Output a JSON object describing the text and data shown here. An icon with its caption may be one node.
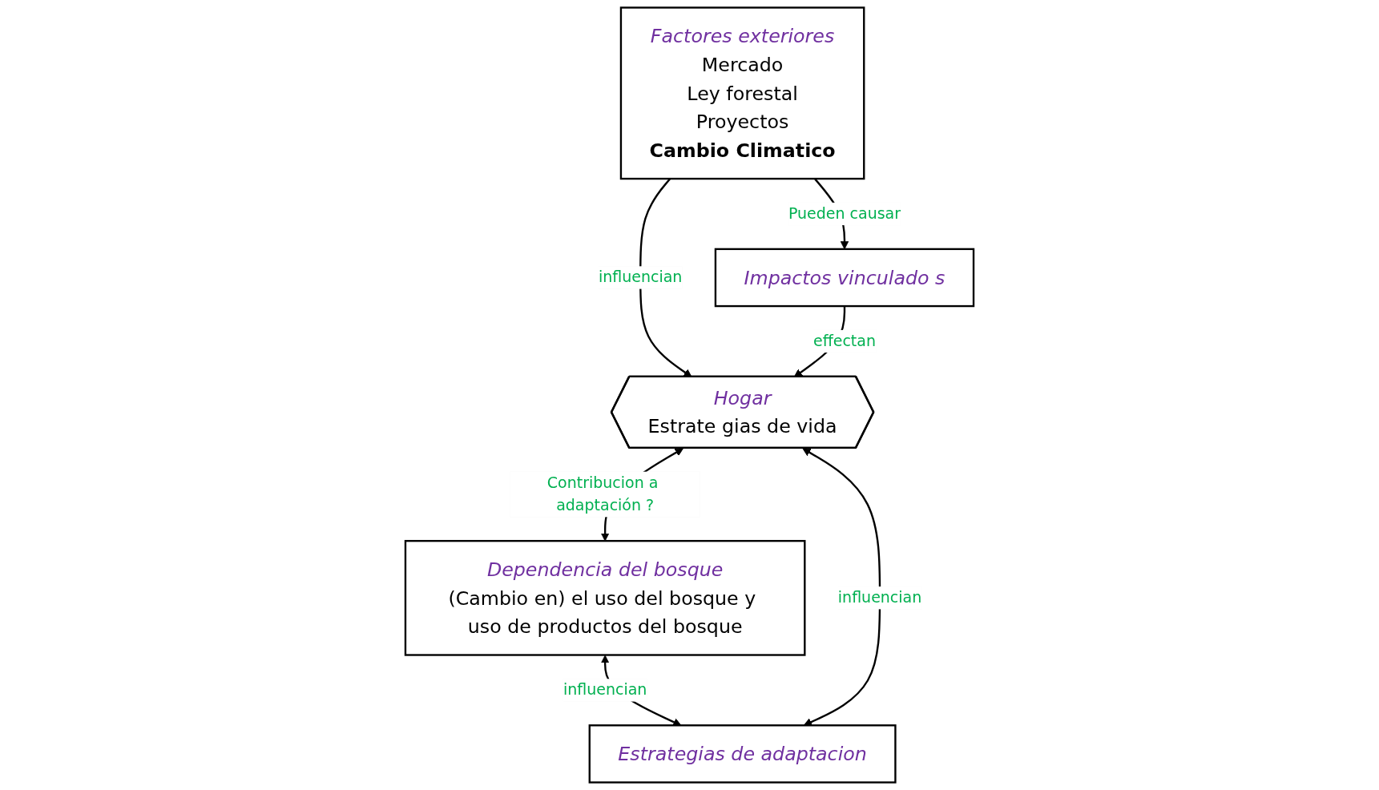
{
  "diagram": {
    "nodes": [
      {
        "text": [
          "Factores exteriores",
          "Mercado",
          "Ley forestal",
          "Proyectos",
          "Cambio Climatico"
        ]
      },
      {
        "text": [
          "Dependencia del bosque",
          "(Cambio en) el uso del bosque y uso de productos del bosque"
        ]
      },
      {
        "text": [
          "Hogar",
          "Estrate gias de vida"
        ]
      },
      {
        "text": [
          "Impactos vinculado s"
        ]
      },
      {
        "text": [
          "Estrategias de adaptacion"
        ]
      }
    ],
    "edges": [
      {
        "from": 0,
        "to": 3,
        "arrow": "to",
        "label": "Pueden causar"
      },
      {
        "from": 0,
        "to": 2,
        "arrow": "to",
        "label": "influencian"
      },
      {
        "from": 3,
        "to": 2,
        "arrow": "to",
        "label": "effectan"
      },
      {
        "from": 2,
        "to": 1,
        "arrow": "both",
        "label": "Contribucion a adaptación ?"
      },
      {
        "from": 1,
        "to": 4,
        "arrow": "both",
        "label": "influencian"
      },
      {
        "from": 2,
        "to": 4,
        "arrow": "both",
        "label": "influencian"
      }
    ]
  }
}
